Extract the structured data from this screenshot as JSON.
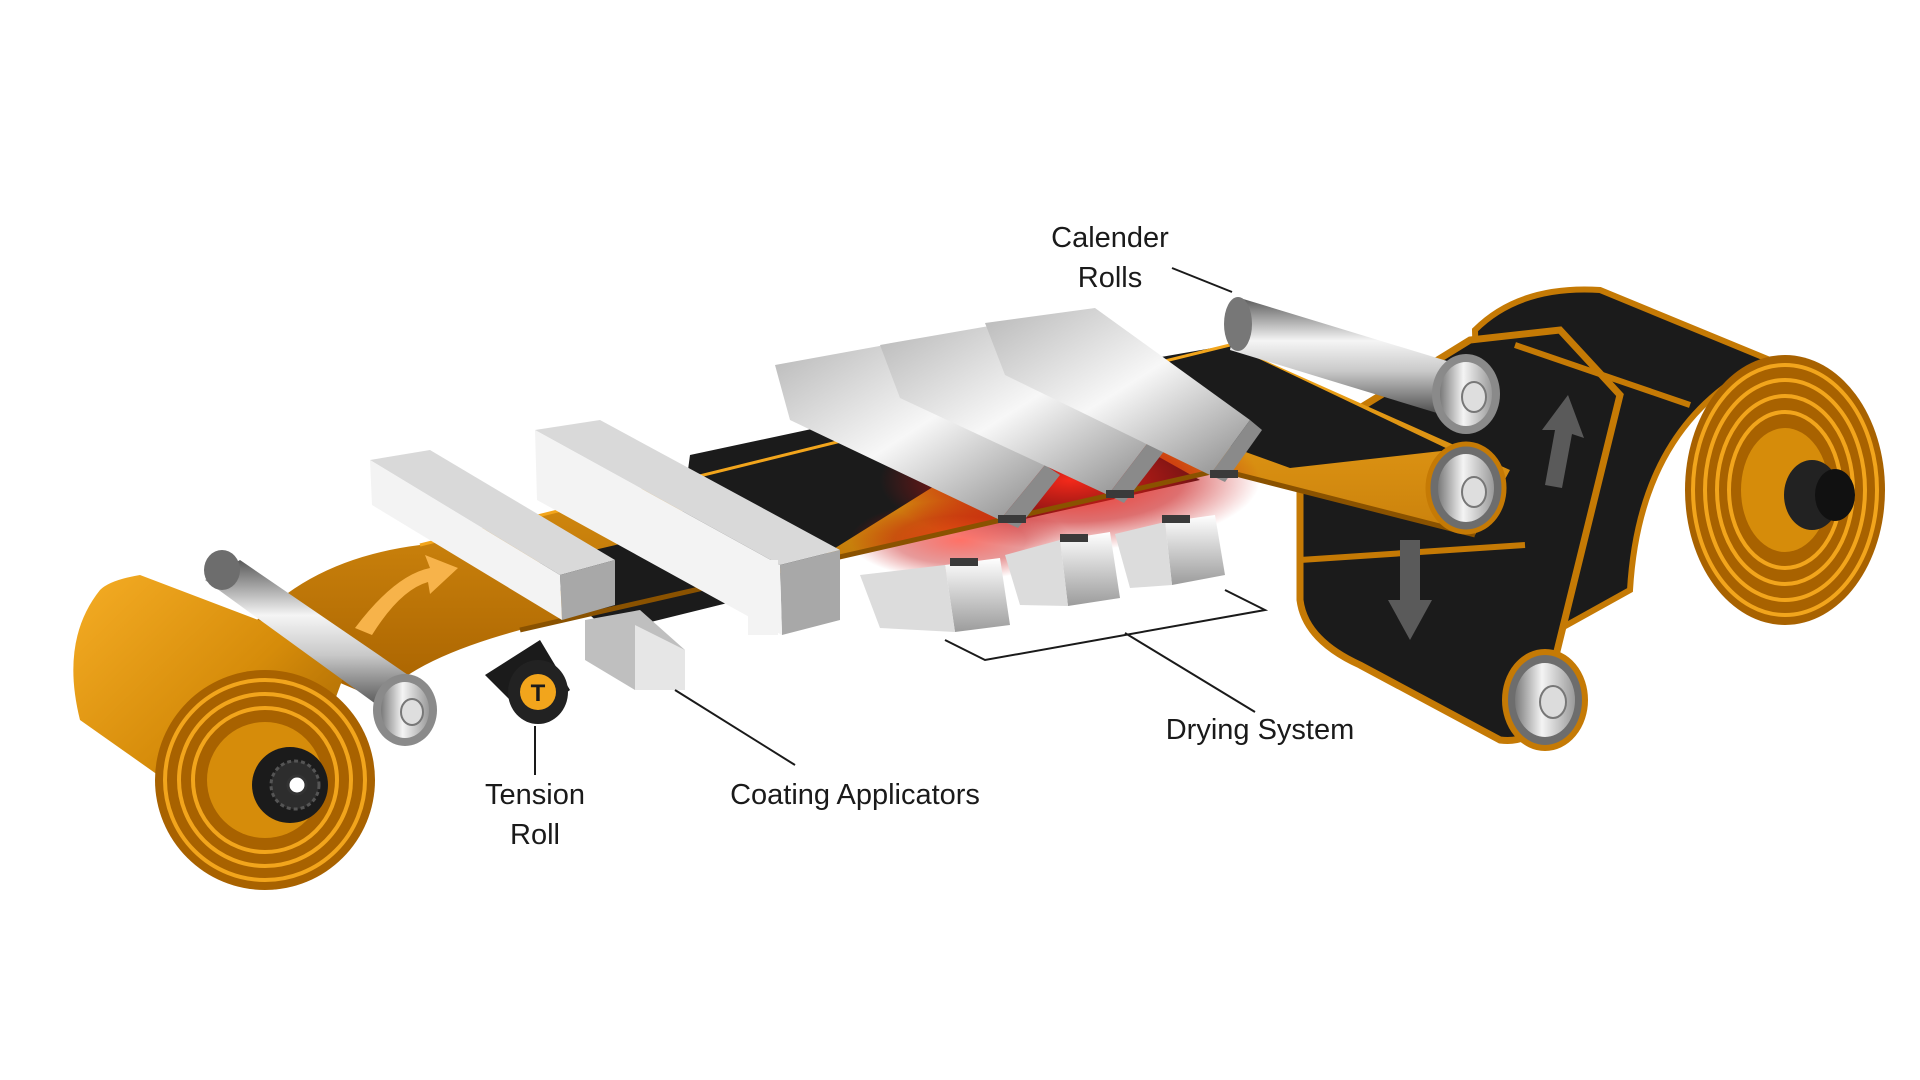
{
  "labels": {
    "calender_rolls": [
      "Calender",
      "Rolls"
    ],
    "tension_roll": [
      "Tension",
      "Roll"
    ],
    "coating_applicators": "Coating Applicators",
    "drying_system": "Drying System",
    "tension_marker": "T"
  },
  "colors": {
    "foil": "#d68c0a",
    "foil_dark": "#8a5200",
    "coating": "#1b1b1b",
    "heat": "#e01010",
    "steel_light": "#f2f2f2",
    "steel_dark": "#4a4a4a",
    "label_text": "#1a1a1a"
  },
  "icons": {
    "flow_arrows": "arrow-icon",
    "tension_marker": "t-badge-icon"
  }
}
